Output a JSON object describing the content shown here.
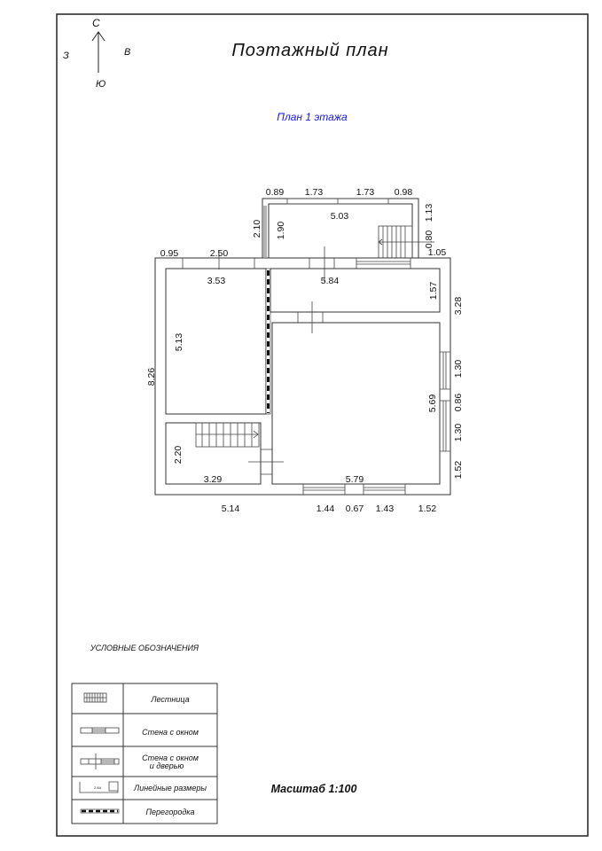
{
  "compass": {
    "north": "С",
    "south": "Ю",
    "west": "З",
    "east": "В"
  },
  "title": "Поэтажный план",
  "subtitle": "План 1 этажа",
  "subtitle_color": "#1a1ae6",
  "dimensions": {
    "annex_top": [
      "0.89",
      "1.73",
      "1.73",
      "0.98"
    ],
    "annex_width": "5.03",
    "annex_right_upper": "1.13",
    "annex_left_outer": "2.10",
    "annex_left_inner": "1.90",
    "annex_right_lower": "0.80",
    "top_right": "1.05",
    "top_left": [
      "0.95",
      "2.50"
    ],
    "room_left_width": "3.53",
    "corridor_width": "5.84",
    "corridor_depth": "1.57",
    "right_upper": "3.28",
    "room_left_depth": "5.13",
    "total_depth": "8.26",
    "right_window_1": "1.30",
    "big_room_depth": "5.69",
    "right_pier": "0.86",
    "right_window_2": "1.30",
    "small_room_depth": "2.20",
    "small_room_width": "3.29",
    "big_room_width": "5.79",
    "right_lower": "1.52",
    "bottom": [
      "5.14",
      "1.44",
      "0.67",
      "1.43",
      "1.52"
    ]
  },
  "legend": {
    "heading": "УСЛОВНЫЕ ОБОЗНАЧЕНИЯ",
    "items": [
      "Лестница",
      "Стена с окном",
      "Стена с окном",
      "и дверью",
      "Линейные размеры",
      "Перегородка"
    ],
    "sample_dim": "2.84"
  },
  "scale": "Масштаб 1:100"
}
